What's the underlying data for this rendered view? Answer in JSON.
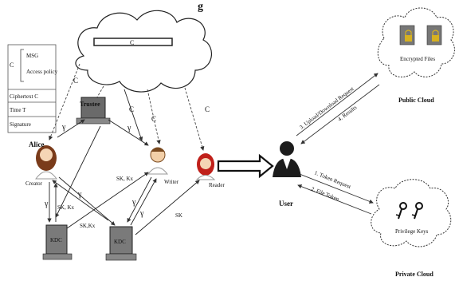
{
  "header": {
    "title_fragment": "g"
  },
  "cloud_main": {
    "label": "C"
  },
  "message_box": {
    "c_label": "C",
    "rows": [
      "MSG",
      "Access policy",
      "Ciphertext C",
      "Time  T",
      "Signature"
    ]
  },
  "entities": {
    "trustee": "Trustee",
    "alice": "Alice",
    "creator": "Creator",
    "writer": "Writer",
    "reader": "Reader",
    "user": "User",
    "kdc1": "KDC",
    "kdc2": "KDC"
  },
  "edge_labels": {
    "gamma_alice_trustee": "γ",
    "gamma_trustee_writer": "γ",
    "c_trustee_writer": "C",
    "c_cloud_writer": "C",
    "c_cloud_reader": "C",
    "c_cloud_alice": "C",
    "gamma_left_1": "γ",
    "sk_kx_left": "SK, Kx",
    "gamma_mid": "γ",
    "sk_kx_mid": "SK,Kx",
    "sk_kx_writer": "SK, Kx",
    "gamma_writer_1": "γ",
    "gamma_writer_2": "γ",
    "sk_reader": "SK"
  },
  "public_cloud": {
    "caption": "Public Cloud",
    "inner_label": "Encrypted Files",
    "arrow_request": "3. Upload/Download Request",
    "arrow_results": "4. Results"
  },
  "private_cloud": {
    "caption": "Private Cloud",
    "inner_label": "Privilege Keys",
    "arrow_request": "1. Token Request",
    "arrow_token": "2. File Token"
  }
}
